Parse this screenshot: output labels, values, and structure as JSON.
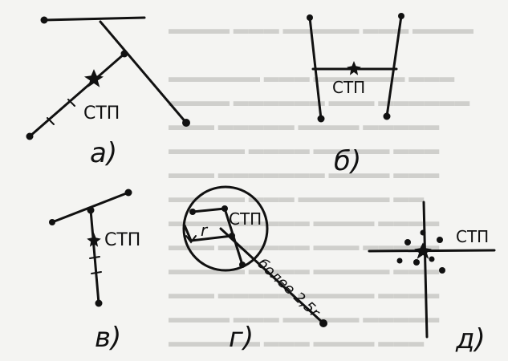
{
  "figures": {
    "a": {
      "label": "а)",
      "tag": "СТП"
    },
    "b": {
      "label": "б)",
      "tag": "СТП"
    },
    "v": {
      "label": "в)",
      "tag": "СТП"
    },
    "g": {
      "label": "г)",
      "tag": "СТП",
      "radius_label": "r",
      "distance_label": "более 2,5r"
    },
    "d": {
      "label": "д)",
      "tag": "СТП"
    }
  },
  "colors": {
    "ink": "#111111",
    "paper": "#f4f4f2",
    "bleed": "#c9c9c6"
  }
}
